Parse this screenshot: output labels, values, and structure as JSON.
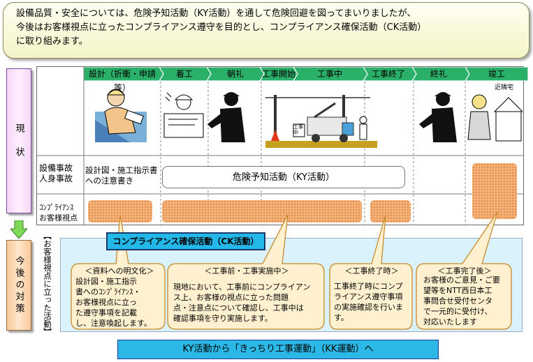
{
  "intro": {
    "line1": "設備品質・安全については、危険予知活動（KY活動）を通して危険回避を図ってまいりましたが、",
    "line2": "今後はお客様視点に立ったコンプライアンス遵守を目的とし、コンプライアンス確保活動（CK活動）",
    "line3": "に取り組みます。"
  },
  "side": {
    "current": "現　状",
    "future": "今後の対策"
  },
  "stages": [
    "設計（折衝・申請等）",
    "着工",
    "朝礼",
    "工事開始",
    "工事中",
    "工事終了",
    "終礼",
    "竣工"
  ],
  "illustration": {
    "neighbor_label": "近隣宅",
    "sign_text": "工事中"
  },
  "rows": {
    "safety": "設備事故\n人身事故",
    "compliance": "ｺﾝﾌﾟﾗｲｱﾝｽ\nお客様視点"
  },
  "design_note": "設計図・施工指示書\nへの注意書き",
  "ky_box": "危険予知活動（KY活動）",
  "ck_label": "コンプライアンス確保活動（CK活動）",
  "vertical_label": "【お客様視点に立った活動】",
  "callouts": [
    {
      "title": "＜資料への明文化＞",
      "body": "設計図・施工指示\n書へのｺﾝﾌﾟﾗｲｱﾝｽ・\nお客様視点に立っ\nた遵守事項を記載\nし、注意喚起します。"
    },
    {
      "title": "＜工事前・工事実施中＞",
      "body": "現地において、工事前にコンプライアン\nス上、お客様の視点に立った問題\n点・注意点について確認し、工事中は\n確認事項を守り実施します。"
    },
    {
      "title": "＜工事終了時＞",
      "body": "工事終了時にコンプ\nライアンス遵守事項\nの実施確認を行いま\nす。"
    },
    {
      "title": "＜工事完了後＞",
      "body": "お客様のご意見・ご要\n望等をNTT西日本工\n事問合せ受付センタ\nで一元的に受付け、\n対応いたします"
    }
  ],
  "kk_banner": "KY活動から「きっちり工事運動」（KK運動）へ",
  "colors": {
    "stage_green": "#2bb06a",
    "hatch": "#f4b27a",
    "ck_blue": "#23b8e8",
    "panel_blue": "#d9f2fb"
  }
}
